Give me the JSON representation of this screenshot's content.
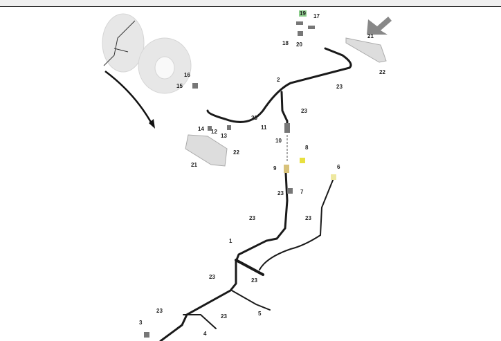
{
  "callouts": [
    {
      "id": "c19",
      "text": "19",
      "highlighted": true
    },
    {
      "id": "c17",
      "text": "17"
    },
    {
      "id": "c18",
      "text": "18"
    },
    {
      "id": "c20",
      "text": "20"
    },
    {
      "id": "c21a",
      "text": "21"
    },
    {
      "id": "c22a",
      "text": "22"
    },
    {
      "id": "c2",
      "text": "2"
    },
    {
      "id": "c23a",
      "text": "23"
    },
    {
      "id": "c23b",
      "text": "23"
    },
    {
      "id": "c16",
      "text": "16"
    },
    {
      "id": "c15",
      "text": "15"
    },
    {
      "id": "c14",
      "text": "14"
    },
    {
      "id": "c12",
      "text": "12"
    },
    {
      "id": "c13",
      "text": "13"
    },
    {
      "id": "c23c",
      "text": "23"
    },
    {
      "id": "c11",
      "text": "11"
    },
    {
      "id": "c10",
      "text": "10"
    },
    {
      "id": "c21b",
      "text": "21"
    },
    {
      "id": "c22b",
      "text": "22"
    },
    {
      "id": "c8",
      "text": "8"
    },
    {
      "id": "c9",
      "text": "9"
    },
    {
      "id": "c6",
      "text": "6"
    },
    {
      "id": "c7",
      "text": "7"
    },
    {
      "id": "c23d",
      "text": "23"
    },
    {
      "id": "c23e",
      "text": "23"
    },
    {
      "id": "c23f",
      "text": "23"
    },
    {
      "id": "c1",
      "text": "1"
    },
    {
      "id": "c23g",
      "text": "23"
    },
    {
      "id": "c23h",
      "text": "23"
    },
    {
      "id": "c23i",
      "text": "23"
    },
    {
      "id": "c3",
      "text": "3"
    },
    {
      "id": "c23j",
      "text": "23"
    },
    {
      "id": "c4",
      "text": "4"
    },
    {
      "id": "c5",
      "text": "5"
    }
  ],
  "colors": {
    "harness": "#1a1a1a",
    "highlight": "#8fd18f",
    "part": "#9a9a9a"
  }
}
